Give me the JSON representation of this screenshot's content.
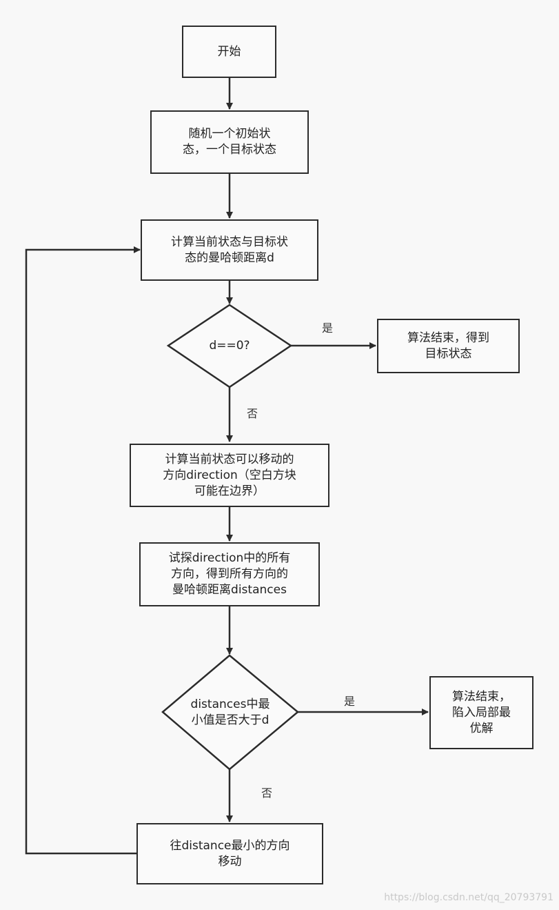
{
  "nodes": {
    "start": "开始",
    "init": "随机一个初始状\n态，一个目标状态",
    "calc_d": "计算当前状态与目标状\n态的曼哈顿距离d",
    "check_zero": "d==0?",
    "end_success": "算法结束，得到\n目标状态",
    "calc_dir": "计算当前状态可以移动的\n方向direction（空白方块\n可能在边界）",
    "probe": "试探direction中的所有\n方向，得到所有方向的\n曼哈顿距离distances",
    "check_min": "distances中最\n小值是否大于d",
    "end_local": "算法结束，\n陷入局部最\n优解",
    "move": "往distance最小的方向\n移动"
  },
  "edge_labels": {
    "yes_1": "是",
    "no_1": "否",
    "yes_2": "是",
    "no_2": "否"
  },
  "watermark": "https://blog.csdn.net/qq_20793791"
}
